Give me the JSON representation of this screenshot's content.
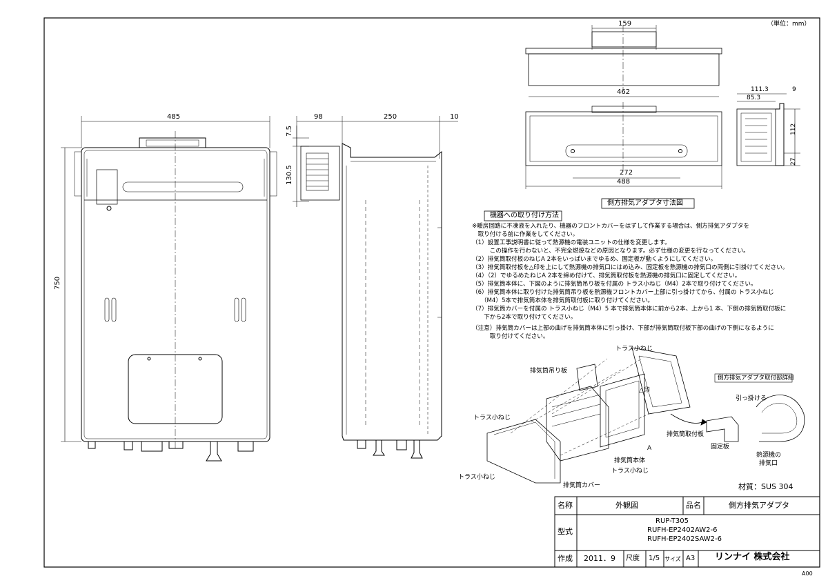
{
  "unit_note": "（単位：mm）",
  "front_view": {
    "width_dim": "485",
    "height_dim": "750"
  },
  "side_view": {
    "dims": [
      "98",
      "250",
      "10"
    ],
    "vertical_dims": [
      "7.5",
      "130.5"
    ]
  },
  "adapter_top_view": {
    "dim_top": "159",
    "dim_width": "462"
  },
  "adapter_front_view": {
    "dim_inner": "272",
    "dim_outer": "488"
  },
  "adapter_side_view": {
    "dims_top": [
      "111.3",
      "9"
    ],
    "dim_inner": "85.3",
    "dim_height": "112",
    "dim_bottom": "27"
  },
  "adapter_caption": "側方排気アダプタ寸法図",
  "instructions": {
    "heading": "機器への取り付け方法",
    "lines": [
      "※暖房回路に不凍液を入れたり、機器のフロントカバーをはずして作業する場合は、側方排気アダプタを",
      "　取り付ける前に作業をしてください。",
      "（1）設置工事説明書に従って熱源機の電装ユニットの仕様を変更します。",
      "　　　この操作を行わないと、不完全燃焼などの原因となります。必ず仕様の変更を行なってください。",
      "（2）排気筒取付板のねじA 2本をいっぱいまでゆるめ、固定板が動くようにしてください。",
      "（3）排気筒取付板を△印を上にして熱源機の排気口にはめ込み、固定板を熱源機の排気口の両側に引掛けてください。",
      "（4）（2）でゆるめたねじA 2本を締め付けて、排気筒取付板を熱源機の排気口に固定してください。",
      "（5）排気筒本体に、下図のように排気筒吊り板を付属の トラス小ねじ（M4）2本で取り付けてください。",
      "（6）排気筒本体に取り付けた排気筒吊り板を熱源機フロントカバー上部に引っ掛けてから、付属の トラス小ねじ",
      "　　（M4）5本で排気筒本体を排気筒取付板に取り付けてください。",
      "（7）排気筒カバーを付属の トラス小ねじ（M4）5 本で排気筒本体に前から2本、上から1 本、下側の排気筒取付板に",
      "　　下から2本で取り付けてください。",
      "（注意）排気筒カバーは上部の曲げを排気筒本体に引っ掛け、下部が排気筒取付板下部の曲げの下側になるように",
      "　　　取り付けてください。"
    ]
  },
  "assembly_labels": {
    "truss_screw": "トラス小ねじ",
    "hanging_plate": "排気筒吊り板",
    "triangle_mark": "△印",
    "screw_a": "A",
    "mount_plate": "排気筒取付板",
    "body": "排気筒本体",
    "cover": "排気筒カバー"
  },
  "detail": {
    "title": "側方排気アダプタ取付部詳細",
    "hook": "引っ掛ける",
    "fixing_plate": "固定板",
    "heat_source_exhaust_line1": "熱源機の",
    "heat_source_exhaust_line2": "排気口"
  },
  "material": "材質：SUS 304",
  "title_block": {
    "name_label": "名称",
    "name_value": "外観図",
    "part_label": "品名",
    "part_value": "側方排気アダプタ",
    "model_label": "型式",
    "model_lines": [
      "RUP-T305",
      "RUFH-EP2402AW2-6",
      "RUFH-EP2402SAW2-6"
    ],
    "made_label": "作成",
    "date": "2011．9",
    "scale_label": "尺度",
    "scale": "1/5",
    "size_label": "サイズ",
    "size": "A3",
    "company": "リンナイ 株式会社"
  },
  "drawing_code": "A00"
}
